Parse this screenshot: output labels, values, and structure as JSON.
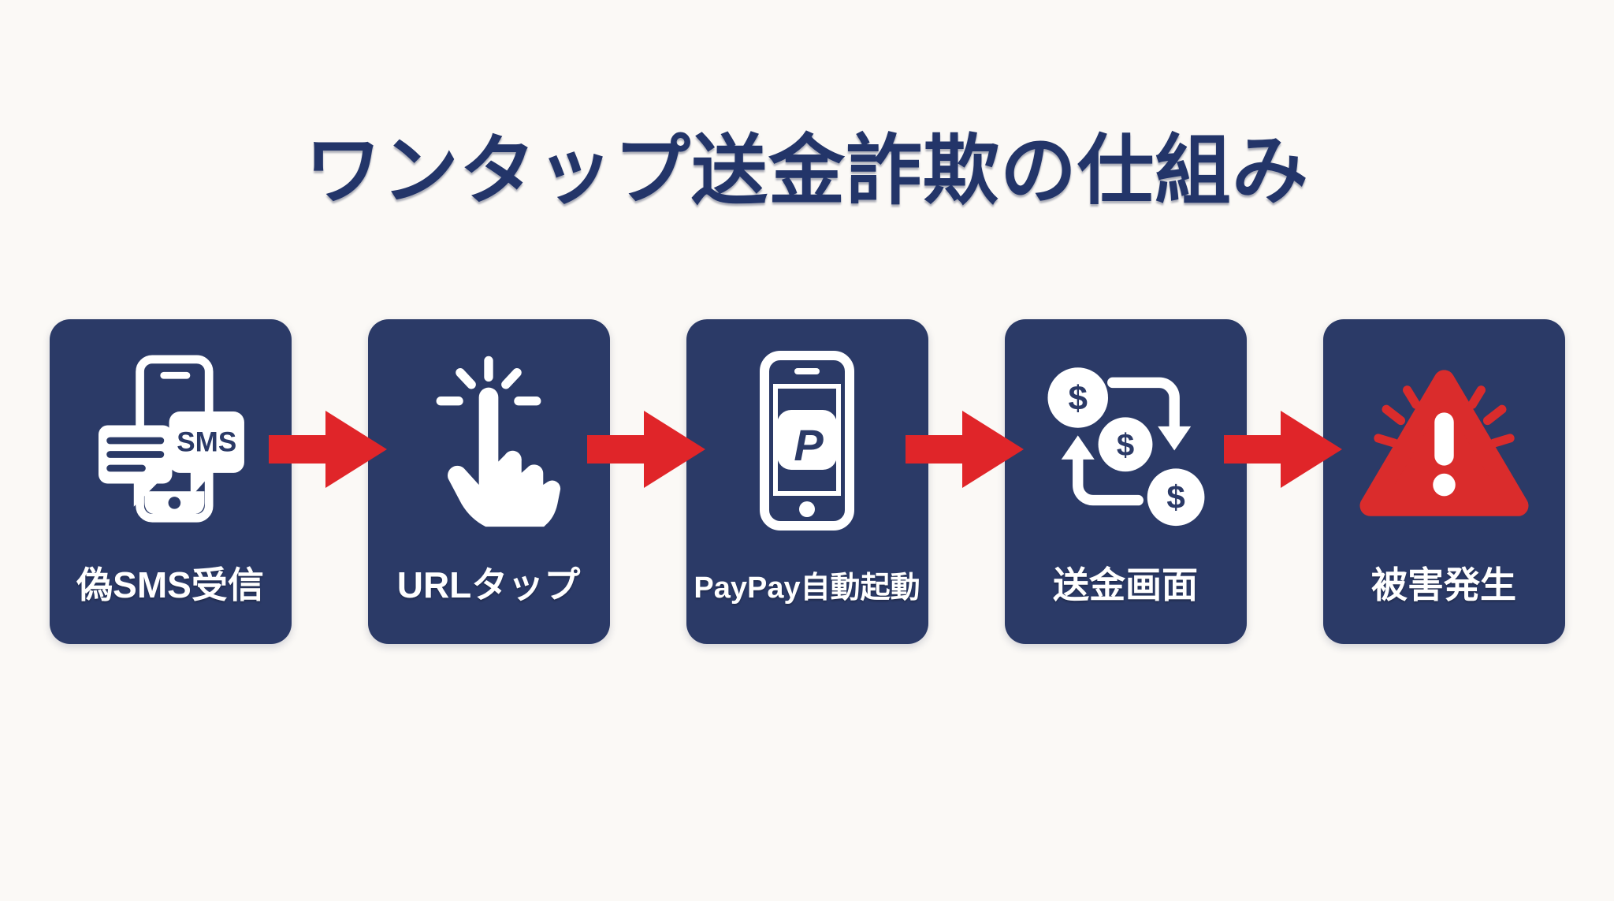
{
  "title": "ワンタップ送金詐欺の仕組み",
  "colors": {
    "background": "#fbf9f6",
    "card_navy": "#2b3a67",
    "title_navy": "#233569",
    "arrow_red": "#e02529",
    "alert_red": "#da2c2c",
    "label_white": "#ffffff"
  },
  "steps": [
    {
      "label": "偽SMS受信",
      "icon": "sms-phone-icon"
    },
    {
      "label": "URLタップ",
      "icon": "tap-hand-icon"
    },
    {
      "label": "PayPay自動起動",
      "icon": "paypay-phone-icon"
    },
    {
      "label": "送金画面",
      "icon": "money-transfer-icon"
    },
    {
      "label": "被害発生",
      "icon": "warning-triangle-icon"
    }
  ],
  "icon_text": {
    "sms": "SMS",
    "paypay_initial": "P",
    "currency": "$"
  }
}
